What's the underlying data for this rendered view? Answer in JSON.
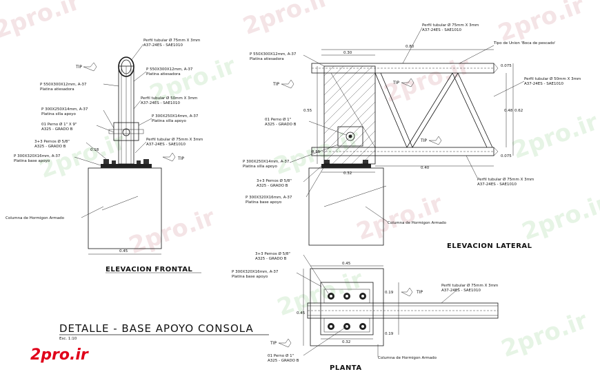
{
  "watermark": "2pro.ir",
  "logo": "2pro.ir",
  "title": "DETALLE  -  BASE APOYO CONSOLA",
  "scale": "Esc. 1:10",
  "views": {
    "frontal": "ELEVACION FRONTAL",
    "lateral": "ELEVACION LATERAL",
    "planta": "PLANTA"
  },
  "frontal_labels": {
    "perfil_top": [
      "Perfil tubular Ø 75mm X 3mm",
      "A37-24ES - SAE1010"
    ],
    "platina_right_top": [
      "P 550X300X12mm, A-37",
      "Platina atiesadora"
    ],
    "platina_left": [
      "P 550X300X12mm, A-37",
      "Platina atiesadora"
    ],
    "perfil_mid": [
      "Perfil tubular Ø 50mm X 3mm",
      "A37-24ES - SAE1010"
    ],
    "silla_left": [
      "P 300X250X14mm, A-37",
      "Platina silla apoyo"
    ],
    "silla_right": [
      "P 300X250X14mm, A-37",
      "Platina silla apoyo"
    ],
    "perno": [
      "01 Perno Ø 1\" X 9\"",
      "A325 - GRADO B"
    ],
    "pernos": [
      "3+3 Pernos Ø 5/8\"",
      "A325 - GRADO B"
    ],
    "perfil_low": [
      "Perfil tubular Ø 75mm X 3mm",
      "A37-24ES - SAE1010"
    ],
    "base": [
      "P 300X320X16mm, A-37",
      "Platina base apoyo"
    ],
    "columna": "Columna de Hormigon Armado",
    "tip": "TIP",
    "dim_018": "0.18",
    "dim_045": "0.45"
  },
  "lateral_labels": {
    "perfil_top": [
      "Perfil tubular Ø 75mm X 3mm",
      "A37-24ES - SAE1010"
    ],
    "platina": [
      "P 550X300X12mm, A-37",
      "Platina atiesadora"
    ],
    "union": "Tipo de Union 'Boca de pescado'",
    "perfil_mid": [
      "Perfil tubular Ø 50mm X 3mm",
      "A37-24ES - SAE1010"
    ],
    "perno": [
      "01 Perno Ø 1\"",
      "A325 - GRADO B"
    ],
    "silla": [
      "P 300X250X14mm, A-37",
      "Platina silla apoyo"
    ],
    "pernos": [
      "3+3 Pernos Ø 5/8\"",
      "A325 - GRADO B"
    ],
    "base": [
      "P 300X320X16mm, A-37",
      "Platina base apoyo"
    ],
    "perfil_low": [
      "Perfil tubular Ø 75mm X 3mm",
      "A37-24ES - SAE1010"
    ],
    "columna": "Columna de Hormigon Armado",
    "tip": "TIP",
    "dims": {
      "d080": "0.80",
      "d030": "0.30",
      "d075a": "0.075",
      "d075b": "0.075",
      "d048": "0.48",
      "d062": "0.62",
      "d055": "0.55",
      "d015": "0.15",
      "d032": "0.32",
      "d040": "0.40"
    }
  },
  "planta_labels": {
    "pernos": [
      "3+3 Pernos Ø 5/8\"",
      "A325 - GRADO B"
    ],
    "base": [
      "P 300X320X16mm, A-37",
      "Platina base apoyo"
    ],
    "perfil": [
      "Perfil tubular Ø 75mm X 3mm",
      "A37-24ES - SAE1010"
    ],
    "perno": [
      "01 Perno Ø 1\"",
      "A325 - GRADO B"
    ],
    "columna": "Columna de Hormigon Armado",
    "tip": "TIP",
    "dims": {
      "d045a": "0.45",
      "d045b": "0.45",
      "d019a": "0.19",
      "d019b": "0.19",
      "d032": "0.32"
    }
  }
}
